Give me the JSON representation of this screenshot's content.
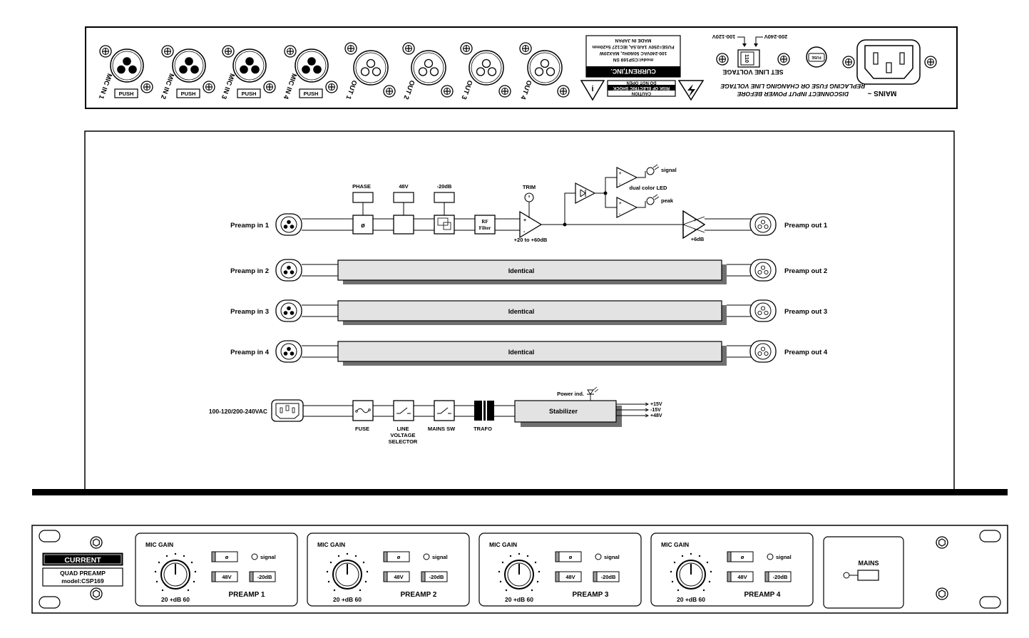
{
  "rear_panel": {
    "mic_inputs": [
      "MIC IN 1",
      "MIC IN 2",
      "MIC IN 3",
      "MIC IN 4"
    ],
    "push_label": "PUSH",
    "outputs": [
      "OUT 1",
      "OUT 2",
      "OUT 3",
      "OUT 4"
    ],
    "caution": [
      "CAUTION",
      "RISK OF ELECTRIC SHOCK",
      "DO NOT OPEN"
    ],
    "brand_label": "CURRENT,INC.",
    "spec_lines": [
      "model:CSP169 SN",
      "100-240VAC 50/60Hz, MAX20W",
      "FUSE=250V 1A/0.5A, IEC127 5x20mm",
      "MADE IN JAPAN"
    ],
    "voltage_low": "100-120V",
    "voltage_high": "200-240V",
    "set_line_voltage": "SET LINE VOLTAGE",
    "selector_value": "110",
    "fuse_label": "FUSE",
    "fuse_warning": [
      "DISCONNECT INPUT POWER BEFORE",
      "REPLACING FUSE OR CHANGING LINE VOLTAGE"
    ],
    "mains_label": "MAINS ~"
  },
  "diagram": {
    "preamp_in": [
      "Preamp in 1",
      "Preamp in 2",
      "Preamp in 3",
      "Preamp in 4"
    ],
    "preamp_out": [
      "Preamp out 1",
      "Preamp out 2",
      "Preamp out 3",
      "Preamp out 4"
    ],
    "phase_label": "PHASE",
    "phantom_label": "48V",
    "pad_label": "-20dB",
    "phase_symbol": "ø",
    "rf_filter": [
      "RF",
      "Filter"
    ],
    "trim_label": "TRIM",
    "gain_range": "+20 to +60dB",
    "signal_label": "signal",
    "peak_label": "peak",
    "dual_led_label": "dual color LED",
    "out_gain": "+6dB",
    "identical_label": "Identical",
    "power_input": "100-120/200-240VAC",
    "fuse_label": "FUSE",
    "line_voltage_selector": [
      "LINE",
      "VOLTAGE",
      "SELECTOR"
    ],
    "mains_sw": "MAINS SW",
    "trafo": "TRAFO",
    "power_ind": "Power ind.",
    "stabilizer": "Stabilizer",
    "rails": [
      "+15V",
      "-15V",
      "+48V"
    ]
  },
  "front_panel": {
    "brand": "CURRENT",
    "model_lines": [
      "QUAD PREAMP",
      "model:CSP169"
    ],
    "channels": [
      {
        "mic_gain": "MIC GAIN",
        "phase": "ø",
        "signal": "signal",
        "phantom": "48V",
        "pad": "-20dB",
        "scale": "20 +dB 60",
        "name": "PREAMP 1"
      },
      {
        "mic_gain": "MIC GAIN",
        "phase": "ø",
        "signal": "signal",
        "phantom": "48V",
        "pad": "-20dB",
        "scale": "20 +dB 60",
        "name": "PREAMP 2"
      },
      {
        "mic_gain": "MIC GAIN",
        "phase": "ø",
        "signal": "signal",
        "phantom": "48V",
        "pad": "-20dB",
        "scale": "20 +dB 60",
        "name": "PREAMP 3"
      },
      {
        "mic_gain": "MIC GAIN",
        "phase": "ø",
        "signal": "signal",
        "phantom": "48V",
        "pad": "-20dB",
        "scale": "20 +dB 60",
        "name": "PREAMP 4"
      }
    ],
    "mains": "MAINS"
  }
}
